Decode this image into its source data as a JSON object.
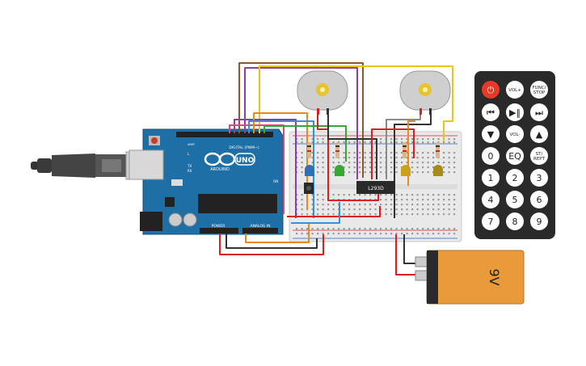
{
  "arduino": {
    "brand": "ARDUINO",
    "model": "UNO",
    "header_digital": "DIGITAL (PWM~)",
    "header_power": "POWER",
    "header_analog": "ANALOG IN",
    "header_aref": "AREF",
    "label_tx": "TX",
    "label_rx": "RX",
    "label_l": "L",
    "label_on": "ON"
  },
  "driver_chip": {
    "label": "L293D"
  },
  "battery": {
    "label": "9V",
    "body_color": "#e99a3a"
  },
  "remote": {
    "buttons": [
      {
        "id": "power",
        "label": "⏻"
      },
      {
        "id": "vol_up",
        "label": "VOL+"
      },
      {
        "id": "func_stop",
        "label": "FUNC/\nSTOP"
      },
      {
        "id": "rewind",
        "label": "⏮"
      },
      {
        "id": "play_pause",
        "label": "▶‖"
      },
      {
        "id": "forward",
        "label": "⏭"
      },
      {
        "id": "down",
        "label": "▼"
      },
      {
        "id": "vol_down",
        "label": "VOL-"
      },
      {
        "id": "up",
        "label": "▲"
      },
      {
        "id": "zero",
        "label": "0"
      },
      {
        "id": "eq",
        "label": "EQ"
      },
      {
        "id": "st_rept",
        "label": "ST/\nREPT"
      },
      {
        "id": "one",
        "label": "1"
      },
      {
        "id": "two",
        "label": "2"
      },
      {
        "id": "three",
        "label": "3"
      },
      {
        "id": "four",
        "label": "4"
      },
      {
        "id": "five",
        "label": "5"
      },
      {
        "id": "six",
        "label": "6"
      },
      {
        "id": "seven",
        "label": "7"
      },
      {
        "id": "eight",
        "label": "8"
      },
      {
        "id": "nine",
        "label": "9"
      }
    ]
  },
  "colors": {
    "board": "#1d6fa6",
    "breadboard": "#e9e9e9",
    "wire_red": "#d92020",
    "wire_black": "#333333",
    "wire_purple": "#8a3fa8",
    "wire_brown": "#8b5a2b",
    "wire_yellow": "#e8c619",
    "wire_green": "#3aa33a",
    "wire_blue": "#3a8fd9",
    "wire_orange": "#e88a1a",
    "wire_grey": "#8a8a8a",
    "led_blue": "#2e6fb8",
    "led_green": "#39a534",
    "led_yellow": "#c9a21a",
    "led_olive": "#a68a1a"
  }
}
